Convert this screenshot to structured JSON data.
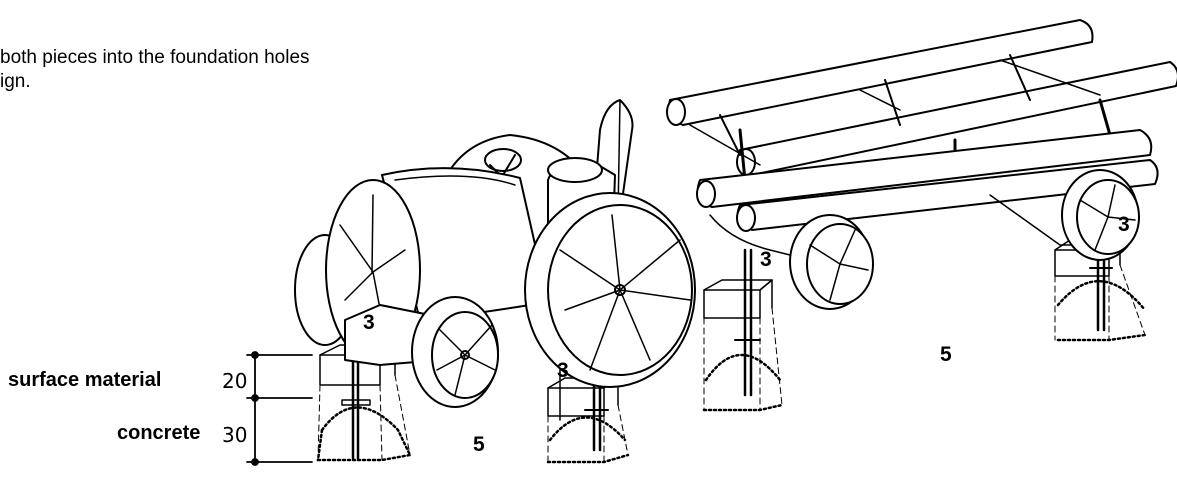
{
  "instruction": {
    "line1": "both pieces into the foundation holes",
    "line2": "ign."
  },
  "labels": {
    "surface_material": "surface material",
    "surface_material_value": "20",
    "concrete": "concrete",
    "concrete_value": "30"
  },
  "callouts": {
    "part_3": "3",
    "part_5": "5"
  }
}
